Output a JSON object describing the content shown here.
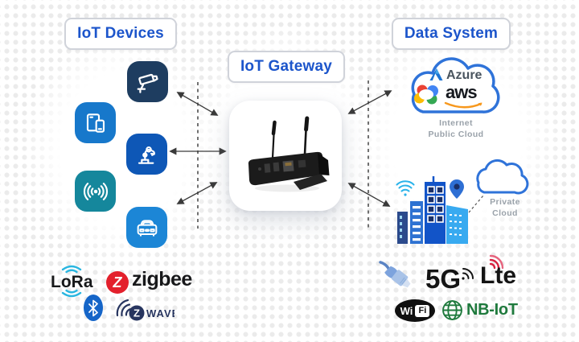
{
  "header_pills": {
    "devices": "IoT Devices",
    "gateway": "IoT Gateway",
    "data_system": "Data System"
  },
  "device_icons": [
    {
      "name": "cctv-camera",
      "color": "#1E3D60"
    },
    {
      "name": "mobile-devices",
      "color": "#1778CB"
    },
    {
      "name": "robot-arm",
      "color": "#0E57B6"
    },
    {
      "name": "wireless-sensor",
      "color": "#15879C"
    },
    {
      "name": "car",
      "color": "#1C86D6"
    }
  ],
  "public_cloud": {
    "azure_label": "Azure",
    "aws_label": "aws",
    "caption_line1": "Internet",
    "caption_line2": "Public Cloud",
    "outline_color": "#2F73D9"
  },
  "private_cloud": {
    "caption_line1": "Private",
    "caption_line2": "Cloud",
    "outline_color": "#2F73D9"
  },
  "protocols_left": {
    "lora": "LoRa",
    "zigbee": "zigbee",
    "zigbee_initial": "Z",
    "zwave_initial": "Z",
    "zwave": "WAVE"
  },
  "protocols_right": {
    "five_g": "5G",
    "lte": "Lte",
    "wifi_wi": "Wi",
    "wifi_fi": "Fi",
    "nb_iot": "NB-IoT"
  },
  "colors": {
    "heading_blue": "#1C55CB",
    "caption_gray": "#9AA2AA",
    "zigbee_red": "#E3202C",
    "bluetooth_blue": "#1565C8",
    "zwave_navy": "#27355F",
    "nbiot_green": "#1F7A3D",
    "lora_cyan": "#2AB6E0",
    "lte_red": "#D9213F",
    "arrow_gray": "#3A3A3A"
  }
}
